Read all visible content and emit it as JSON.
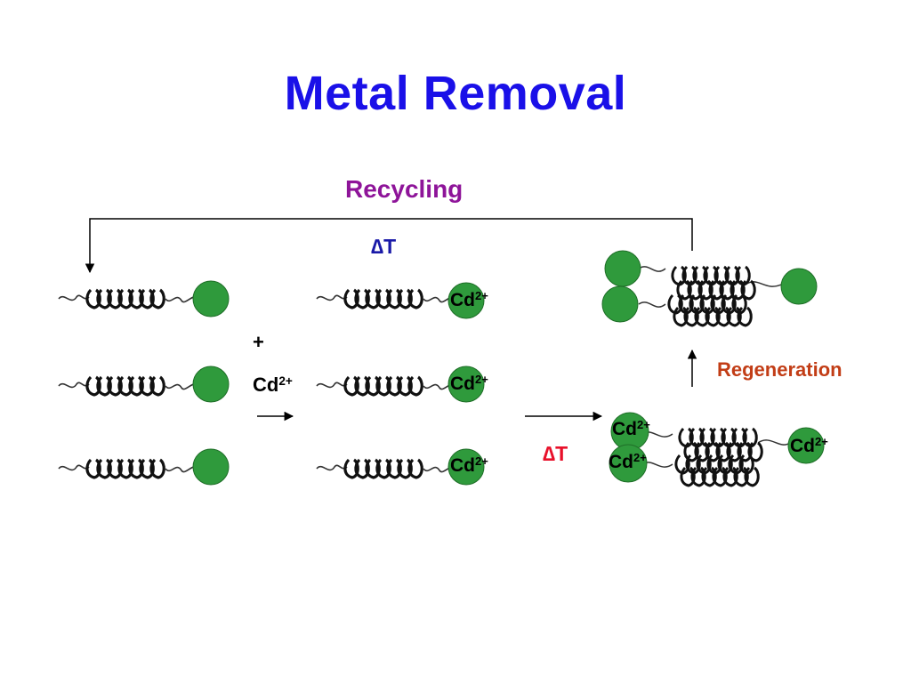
{
  "title": "Metal Removal",
  "labels": {
    "recycling": "Recycling",
    "delta_t": "∆T",
    "regeneration": "Regeneration",
    "plus": "+",
    "cd": "Cd",
    "charge": "2+"
  },
  "colors": {
    "title": "#1a10e8",
    "recycling": "#8e1499",
    "delta_t_top": "#1a1aa8",
    "delta_t_mid": "#e8102a",
    "regeneration": "#c23d16",
    "sphere": "#2f9a3c"
  }
}
